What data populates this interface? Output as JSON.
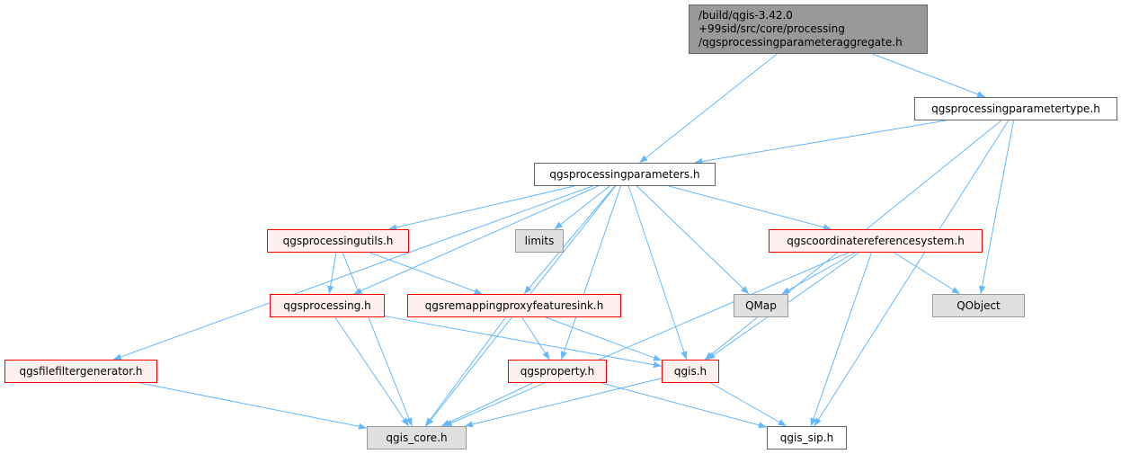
{
  "root": {
    "line1": "/build/qgis-3.42.0",
    "line2": "+99sid/src/core/processing",
    "line3": "/qgsprocessingparameteraggregate.h"
  },
  "nodes": {
    "parametertype": "qgsprocessingparametertype.h",
    "parameters": "qgsprocessingparameters.h",
    "processingutils": "qgsprocessingutils.h",
    "limits": "limits",
    "crs": "qgscoordinatereferencesystem.h",
    "processing": "qgsprocessing.h",
    "remapping": "qgsremappingproxyfeaturesink.h",
    "qmap": "QMap",
    "qobject": "QObject",
    "filefilter": "qgsfilefiltergenerator.h",
    "property": "qgsproperty.h",
    "qgis": "qgis.h",
    "qgiscore": "qgis_core.h",
    "qgissip": "qgis_sip.h"
  },
  "colors": {
    "edge": "#63b8ff",
    "red_border": "#ff0000",
    "ext_fill": "#e0e0e0",
    "root_fill": "#999999"
  },
  "edges": [
    [
      "root",
      "parameters"
    ],
    [
      "root",
      "parametertype"
    ],
    [
      "parametertype",
      "parameters"
    ],
    [
      "parametertype",
      "qobject"
    ],
    [
      "parametertype",
      "qgis"
    ],
    [
      "parametertype",
      "qgissip"
    ],
    [
      "parameters",
      "filefilter"
    ],
    [
      "parameters",
      "qgiscore"
    ],
    [
      "parameters",
      "processingutils"
    ],
    [
      "parameters",
      "limits"
    ],
    [
      "parameters",
      "processing"
    ],
    [
      "parameters",
      "remapping"
    ],
    [
      "parameters",
      "property"
    ],
    [
      "parameters",
      "qgis"
    ],
    [
      "parameters",
      "qmap"
    ],
    [
      "parameters",
      "crs"
    ],
    [
      "processingutils",
      "processing"
    ],
    [
      "processingutils",
      "remapping"
    ],
    [
      "processingutils",
      "qgiscore"
    ],
    [
      "crs",
      "qmap"
    ],
    [
      "crs",
      "qobject"
    ],
    [
      "crs",
      "qgis"
    ],
    [
      "crs",
      "qgiscore"
    ],
    [
      "crs",
      "qgissip"
    ],
    [
      "processing",
      "qgiscore"
    ],
    [
      "processing",
      "qgis"
    ],
    [
      "remapping",
      "property"
    ],
    [
      "remapping",
      "qgis"
    ],
    [
      "remapping",
      "qgiscore"
    ],
    [
      "filefilter",
      "qgiscore"
    ],
    [
      "property",
      "qgiscore"
    ],
    [
      "property",
      "qgissip"
    ],
    [
      "qgis",
      "qgiscore"
    ],
    [
      "qgis",
      "qgissip"
    ]
  ]
}
